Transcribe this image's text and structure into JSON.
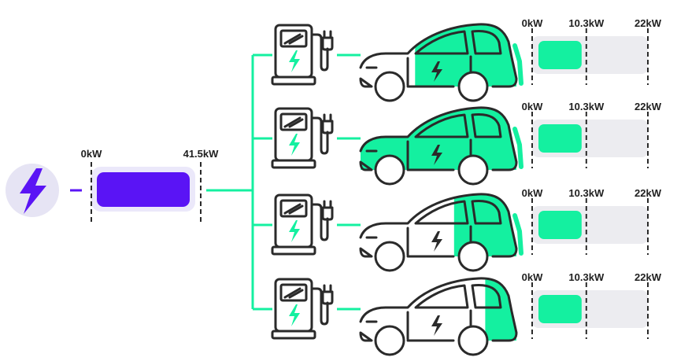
{
  "colors": {
    "accent": "#14f0a0",
    "supply": "#5a14f5",
    "supply_track": "#ebe8fa",
    "track": "#ececf0",
    "ink": "#2a2a2a",
    "icon_bg": "#e6e4f4"
  },
  "icons": {
    "source": "lightning-bolt",
    "charger": "ev-charging-station",
    "car": "electric-car"
  },
  "supply": {
    "min_label": "0kW",
    "max_label": "41.5kW",
    "max_kw": 41.5,
    "fill_fraction": 1.0
  },
  "chargers": [
    {
      "min_label": "0kW",
      "mid_label": "10.3kW",
      "max_label": "22kW",
      "value_kw": 10.3,
      "max_kw": 22,
      "car_fill": 0.65
    },
    {
      "min_label": "0kW",
      "mid_label": "10.3kW",
      "max_label": "22kW",
      "value_kw": 10.3,
      "max_kw": 22,
      "car_fill": 1.0
    },
    {
      "min_label": "0kW",
      "mid_label": "10.3kW",
      "max_label": "22kW",
      "value_kw": 10.3,
      "max_kw": 22,
      "car_fill": 0.4
    },
    {
      "min_label": "0kW",
      "mid_label": "10.3kW",
      "max_label": "22kW",
      "value_kw": 10.3,
      "max_kw": 22,
      "car_fill": 0.2
    }
  ]
}
